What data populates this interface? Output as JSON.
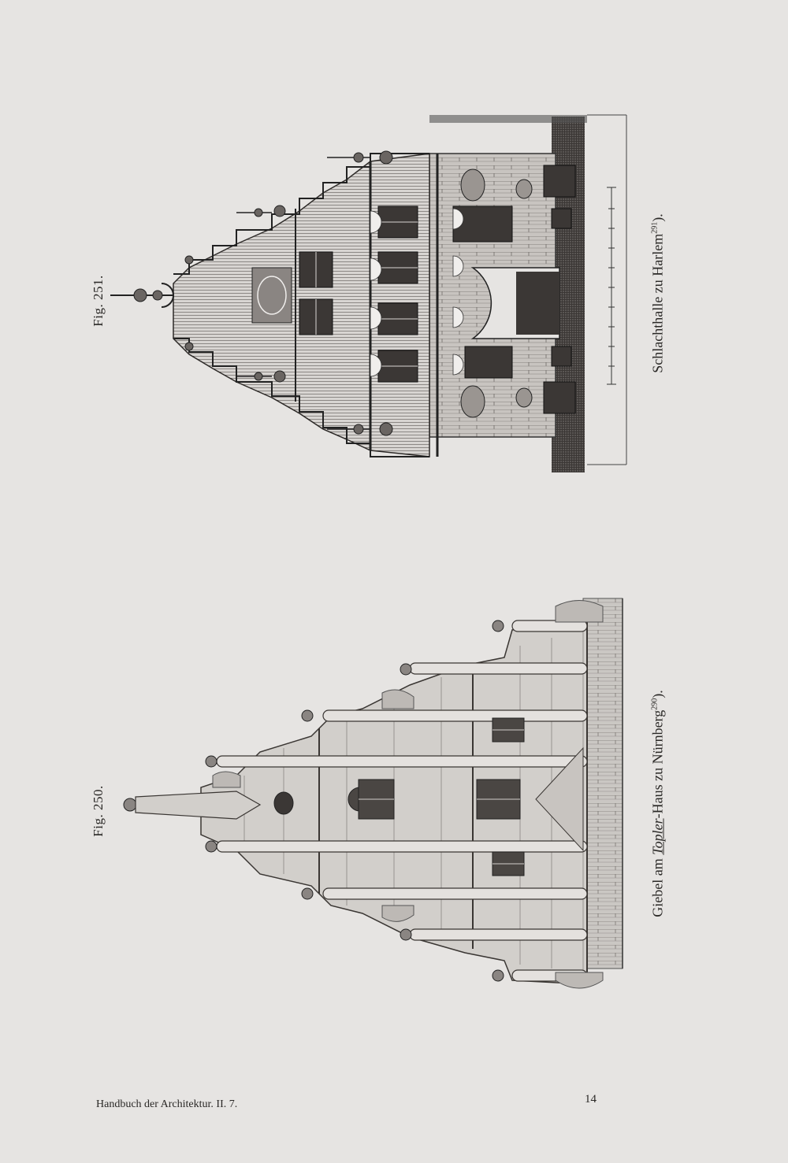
{
  "figures": [
    {
      "id": "fig251",
      "label": "Fig. 251.",
      "caption_text": "Schlachthalle zu Harlem",
      "caption_note": "291",
      "caption_end": ")."
    },
    {
      "id": "fig250",
      "label": "Fig. 250.",
      "caption_pre": "Giebel am ",
      "caption_italic": "Topler",
      "caption_post": "-Haus zu Nürnberg",
      "caption_note": "290",
      "caption_end": ")."
    }
  ],
  "footer": {
    "left": "Handbuch der Architektur.  II. 7.",
    "page_number": "14"
  },
  "colors": {
    "paper": "#e6e4e2",
    "ink": "#2a2826",
    "wash": "#b9b6b2"
  }
}
